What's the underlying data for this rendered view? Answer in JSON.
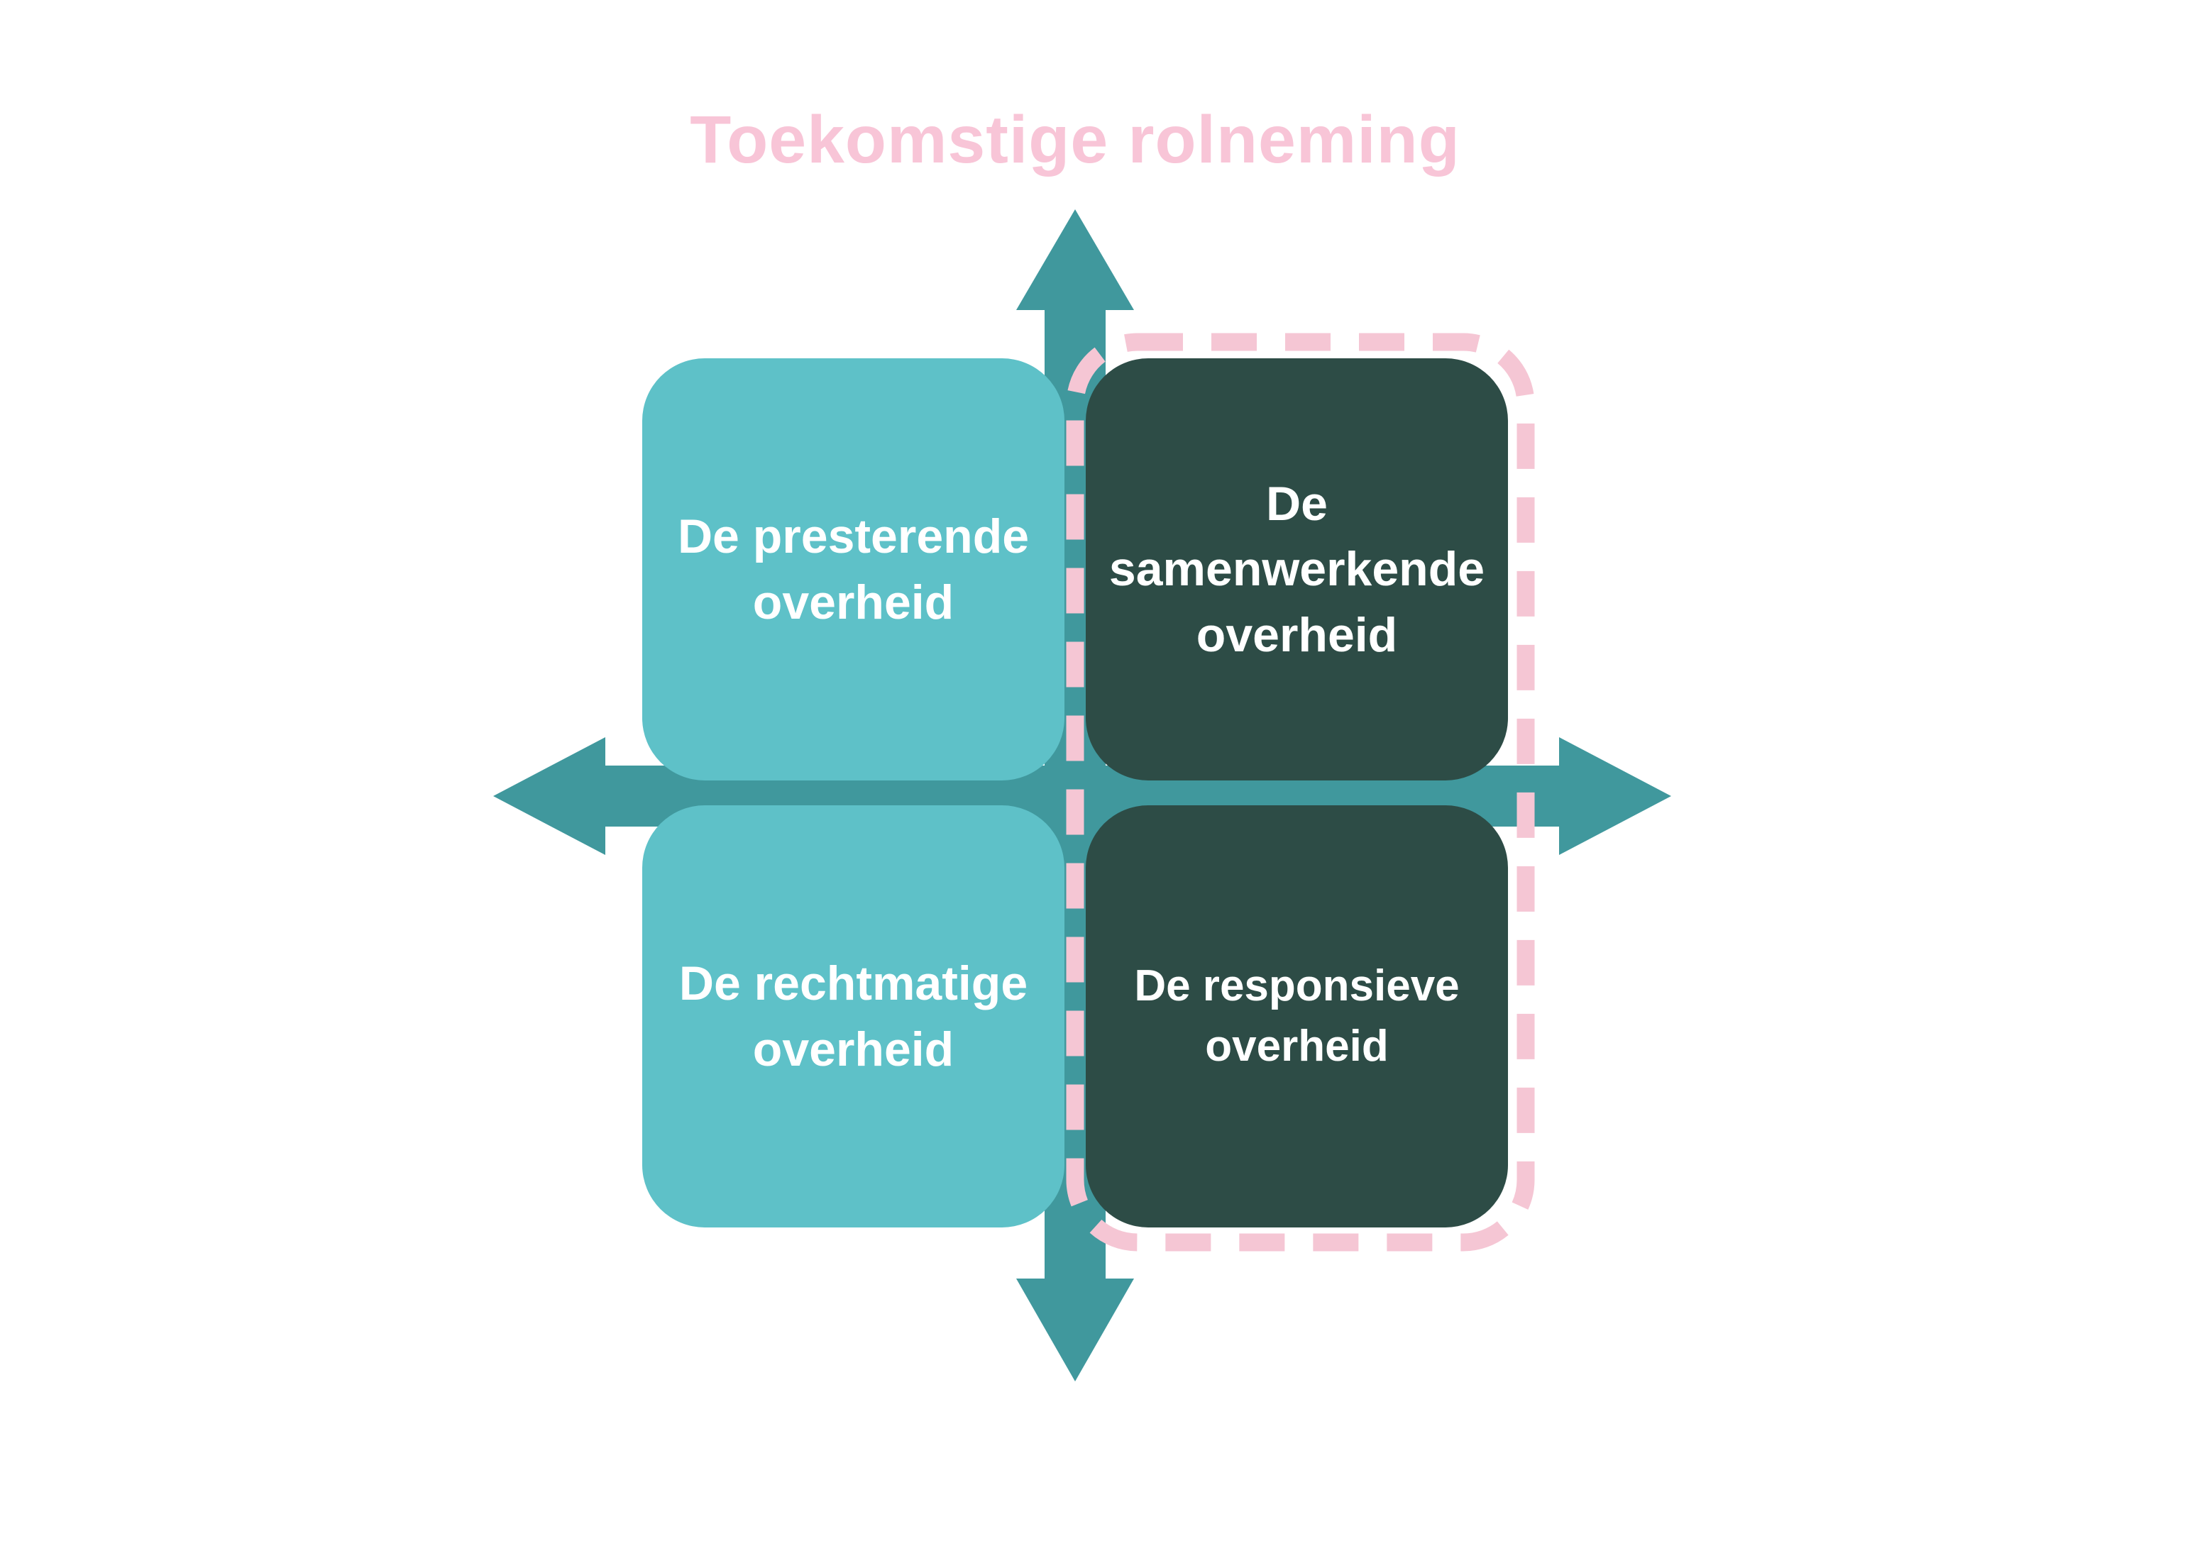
{
  "title": "Toekomstige rolneming",
  "colors": {
    "bg": "#ffffff",
    "teal-light": "#5ec1c8",
    "teal-mid": "#40989d",
    "teal-dark": "#2d4c46",
    "pink": "#f5c6d4",
    "pink-title": "#f8c5d7",
    "label-text": "#ffffff"
  },
  "axes": {
    "vertical": "double-headed-arrow",
    "horizontal": "double-headed-arrow"
  },
  "highlight": {
    "style": "dashed-rounded-rectangle",
    "color": "#f5c6d4",
    "encloses": [
      "De samenwerkende overheid",
      "De responsieve overheid"
    ]
  },
  "quadrants": [
    {
      "id": "presterende",
      "label": "De presterende\noverheid",
      "variant": "light",
      "highlighted": false
    },
    {
      "id": "samenwerkende",
      "label": "De\nsamenwerkende\noverheid",
      "variant": "dark",
      "highlighted": true
    },
    {
      "id": "rechtmatige",
      "label": "De rechtmatige\noverheid",
      "variant": "light",
      "highlighted": false
    },
    {
      "id": "responsieve",
      "label": "De responsieve\noverheid",
      "variant": "dark",
      "highlighted": true
    }
  ]
}
